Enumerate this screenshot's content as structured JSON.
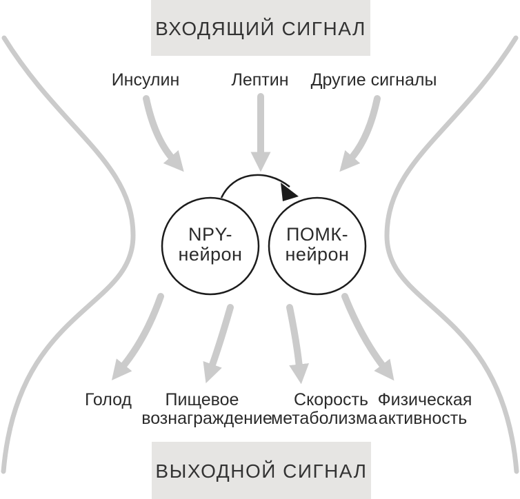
{
  "colors": {
    "arrow_gray": "#cbcbcb",
    "banner_bg": "#e6e5e3",
    "ink": "#2b2b2b"
  },
  "banners": {
    "input": "ВХОДЯЩИЙ СИГНАЛ",
    "output": "ВЫХОДНОЙ СИГНАЛ"
  },
  "inputs": {
    "insulin": "Инсулин",
    "leptin": "Лептин",
    "other": "Другие сигналы"
  },
  "neurons": {
    "npy": {
      "line1": "NPY-",
      "line2": "нейрон"
    },
    "pomk": {
      "line1": "ПОМК-",
      "line2": "нейрон"
    }
  },
  "outputs": {
    "hunger": {
      "line1": "Голод"
    },
    "food_reward": {
      "line1": "Пищевое",
      "line2": "вознаграждение"
    },
    "metabolic_rate": {
      "line1": "Скорость",
      "line2": "метаболизма"
    },
    "physical_activity": {
      "line1": "Физическая",
      "line2": "активность"
    }
  }
}
